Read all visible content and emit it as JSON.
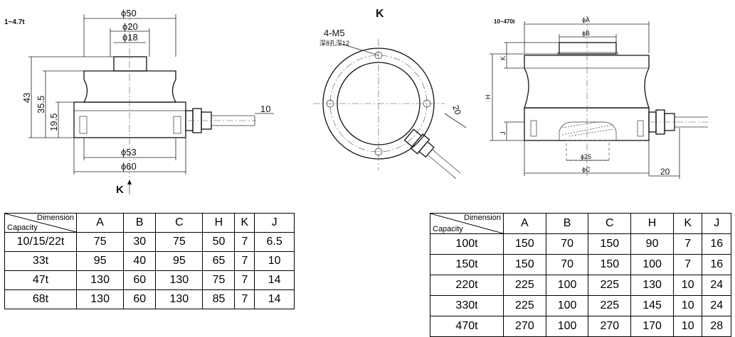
{
  "left_view": {
    "range": "1~4.7t",
    "dims": {
      "d50": "ϕ50",
      "d20": "ϕ20",
      "d18": "ϕ18",
      "d53": "ϕ53",
      "d60": "ϕ60",
      "h43": "43",
      "h355": "35.5",
      "h195": "19.5",
      "c10": "10"
    },
    "view_arrow": "K"
  },
  "top_view": {
    "title": "K",
    "holes": "4-M5",
    "holes_note": "深8孔深12",
    "cable": "20"
  },
  "right_view": {
    "range": "10~470t",
    "dims": {
      "A": "ϕA",
      "B": "ϕB",
      "d25": "ϕ25",
      "C": "ϕC",
      "H": "H",
      "K": "K",
      "J": "J",
      "c20": "20"
    }
  },
  "table_small": {
    "header_dimension": "Dimension",
    "header_capacity": "Capacity",
    "columns": [
      "A",
      "B",
      "C",
      "H",
      "K",
      "J"
    ],
    "rows": [
      {
        "capacity": "10/15/22t",
        "values": [
          "75",
          "30",
          "75",
          "50",
          "7",
          "6.5"
        ]
      },
      {
        "capacity": "33t",
        "values": [
          "95",
          "40",
          "95",
          "65",
          "7",
          "10"
        ]
      },
      {
        "capacity": "47t",
        "values": [
          "130",
          "60",
          "130",
          "75",
          "7",
          "14"
        ]
      },
      {
        "capacity": "68t",
        "values": [
          "130",
          "60",
          "130",
          "85",
          "7",
          "14"
        ]
      }
    ]
  },
  "table_large": {
    "header_dimension": "Dimension",
    "header_capacity": "Capacity",
    "columns": [
      "A",
      "B",
      "C",
      "H",
      "K",
      "J"
    ],
    "rows": [
      {
        "capacity": "100t",
        "values": [
          "150",
          "70",
          "150",
          "90",
          "7",
          "16"
        ]
      },
      {
        "capacity": "150t",
        "values": [
          "150",
          "70",
          "150",
          "100",
          "7",
          "16"
        ]
      },
      {
        "capacity": "220t",
        "values": [
          "225",
          "100",
          "225",
          "130",
          "10",
          "24"
        ]
      },
      {
        "capacity": "330t",
        "values": [
          "225",
          "100",
          "225",
          "145",
          "10",
          "24"
        ]
      },
      {
        "capacity": "470t",
        "values": [
          "270",
          "100",
          "270",
          "170",
          "10",
          "28"
        ]
      }
    ]
  }
}
